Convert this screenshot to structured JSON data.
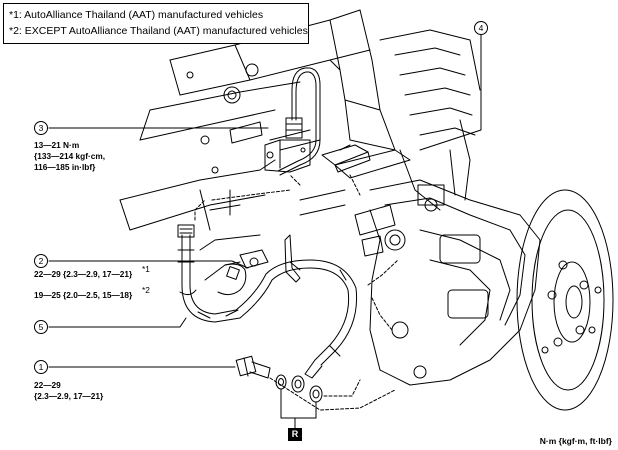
{
  "notes": [
    "*1: AutoAlliance Thailand (AAT) manufactured vehicles",
    "*2: EXCEPT AutoAlliance Thailand (AAT) manufactured vehicles"
  ],
  "callouts": [
    "1",
    "2",
    "3",
    "4",
    "5"
  ],
  "torques": {
    "item1": [
      "22—29",
      "{2.3—2.9, 17—21}"
    ],
    "item2_line1": "22—29 {2.3—2.9, 17—21}",
    "item2_line1_mark": "*1",
    "item2_line2": "19—25 {2.0—2.5, 15—18}",
    "item2_line2_mark": "*2",
    "item3": [
      "13—21 N·m",
      "{133—214 kgf·cm,",
      "116—185 in·lbf}"
    ]
  },
  "r_label": "R",
  "units": "N·m {kgf·m, ft·lbf}"
}
